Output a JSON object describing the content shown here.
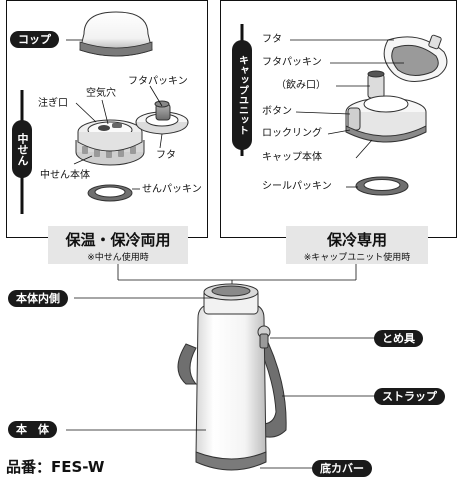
{
  "left_panel": {
    "title": "保温・保冷両用",
    "subtitle": "※中せん使用時",
    "group_tag": "中せん",
    "labels": {
      "cup": "コップ",
      "air_hole": "空気穴",
      "lid_packing": "フタパッキン",
      "spout": "注ぎ口",
      "lid": "フタ",
      "plug_body": "中せん本体",
      "plug_packing": "せんパッキン"
    }
  },
  "right_panel": {
    "title": "保冷専用",
    "subtitle": "※キャップユニット使用時",
    "group_tag": "キャップユニット",
    "labels": {
      "lid": "フタ",
      "lid_packing": "フタパッキン",
      "drinking_mouth": "（飲み口）",
      "button": "ボタン",
      "lock_ring": "ロックリング",
      "cap_body": "キャップ本体",
      "seal_packing": "シールパッキン"
    }
  },
  "bottle": {
    "labels": {
      "inner": "本体内側",
      "fastener": "とめ具",
      "strap": "ストラップ",
      "body": "本　体",
      "bottom_cover": "底カバー"
    }
  },
  "model": "品番：FES-W"
}
